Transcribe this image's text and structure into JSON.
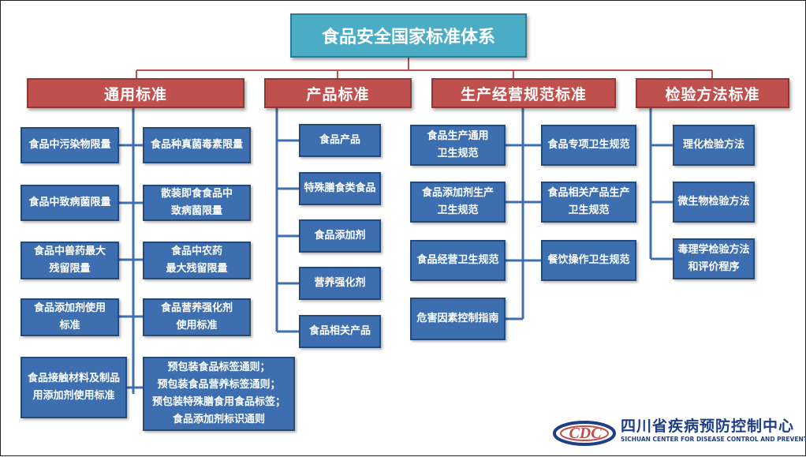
{
  "title": "食品安全国家标准体系",
  "categories": [
    "通用标准",
    "产品标准",
    "生产经营规范标准",
    "检验方法标准"
  ],
  "general": {
    "left": [
      "食品中污染物限量",
      "食品中致病菌限量",
      "食品中兽药最大\n残留限量",
      "食品添加剂使用\n标准",
      "食品接触材料及制品\n用添加剂使用标准"
    ],
    "right": [
      "食品种真菌毒素限量",
      "散装即食食品中\n致病菌限量",
      "食品中农药\n最大残留限量",
      "食品营养强化剂\n使用标准",
      "预包装食品标签通则；\n预包装食品营养标签通则；\n预包装特殊膳食用食品标签；\n食品添加剂标识通则"
    ]
  },
  "product": [
    "食品产品",
    "特殊膳食类食品",
    "食品添加剂",
    "营养强化剂",
    "食品相关产品"
  ],
  "production": {
    "left": [
      "食品生产通用\n卫生规范",
      "食品添加剂生产\n卫生规范",
      "食品经营卫生规范",
      "危害因素控制指南"
    ],
    "right": [
      "食品专项卫生规范",
      "食品相关产品生产\n卫生规范",
      "餐饮操作卫生规范"
    ]
  },
  "testing": [
    "理化检验方法",
    "微生物检验方法",
    "毒理学检验方法\n和评价程序"
  ],
  "logo": {
    "mark": "CDC",
    "name_cn": "四川省疾病预防控制中心",
    "name_en": "SICHUAN CENTER FOR DISEASE CONTROL AND PREVENTION"
  },
  "colors": {
    "root_fill": "#4bacc6",
    "category_fill": "#c0504d",
    "item_fill": "#3d6fb0",
    "connector": "#3d6fb0",
    "top_connector": "#c0504d"
  }
}
